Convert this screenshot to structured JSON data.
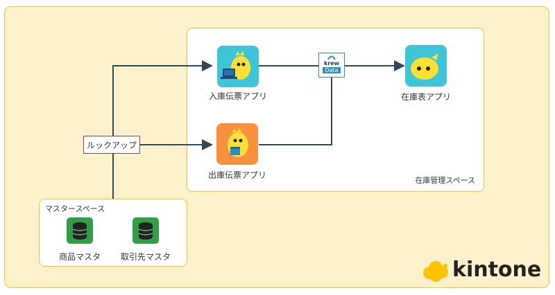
{
  "spaces": {
    "zaiko": {
      "label": "在庫管理スペース"
    },
    "master": {
      "label": "マスタースペース"
    }
  },
  "apps": {
    "nyuko": {
      "label": "入庫伝票アプリ",
      "color": "#3ec6d8"
    },
    "shukko": {
      "label": "出庫伝票アプリ",
      "color": "#f7913d"
    },
    "zaikohyo": {
      "label": "在庫表アプリ",
      "color": "#3ec6d8"
    }
  },
  "masters": {
    "shohin": {
      "label": "商品マスタ"
    },
    "torihikisaki": {
      "label": "取引先マスタ"
    }
  },
  "connectors": {
    "lookup": {
      "label": "ルックアップ"
    },
    "krewdata": {
      "top": "krew",
      "bottom": "Data"
    }
  },
  "logo": {
    "text": "kintone",
    "icon": "kintone-cloud-icon"
  },
  "colors": {
    "space_border": "#f2c23c",
    "outer_bg": "#fdf2cc",
    "line": "#2f4858",
    "mascot": "#ffe033"
  }
}
